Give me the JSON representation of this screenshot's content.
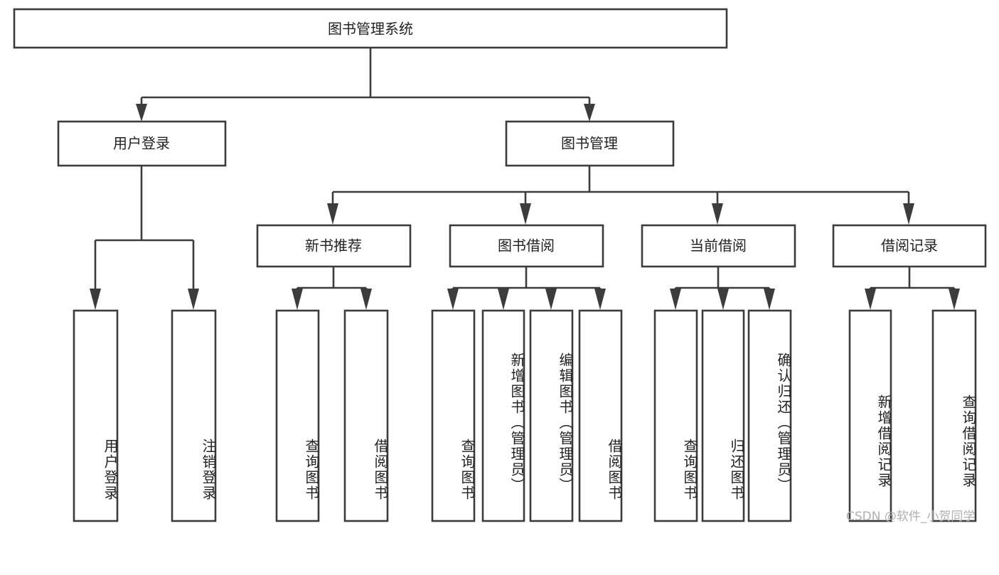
{
  "diagram": {
    "type": "tree",
    "title": "图书管理系统",
    "orientation": "top-down",
    "colors": {
      "box_stroke": "#3c3c3c",
      "box_fill": "#ffffff",
      "connector": "#3c3c3c",
      "text": "#222222",
      "watermark": "#b0b0b0",
      "background": "#ffffff"
    },
    "levels": {
      "root": {
        "label": "图书管理系统"
      },
      "level2": [
        {
          "label": "用户登录"
        },
        {
          "label": "图书管理"
        }
      ],
      "level3": [
        {
          "label": "新书推荐"
        },
        {
          "label": "图书借阅"
        },
        {
          "label": "当前借阅"
        },
        {
          "label": "借阅记录"
        }
      ],
      "leaves_user_login": [
        {
          "label": "用户登录"
        },
        {
          "label": "注销登录"
        }
      ],
      "leaves_new_books": [
        {
          "label": "查询图书"
        },
        {
          "label": "借阅图书"
        }
      ],
      "leaves_borrow": [
        {
          "label": "查询图书"
        },
        {
          "label": "新增图书（管理员）"
        },
        {
          "label": "编辑图书（管理员）"
        },
        {
          "label": "借阅图书"
        }
      ],
      "leaves_current": [
        {
          "label": "查询图书"
        },
        {
          "label": "归还图书"
        },
        {
          "label": "确认归还（管理员）"
        }
      ],
      "leaves_records": [
        {
          "label": "新增借阅记录"
        },
        {
          "label": "查询借阅记录"
        }
      ]
    },
    "watermark": "CSDN @软件_小贺同学"
  }
}
